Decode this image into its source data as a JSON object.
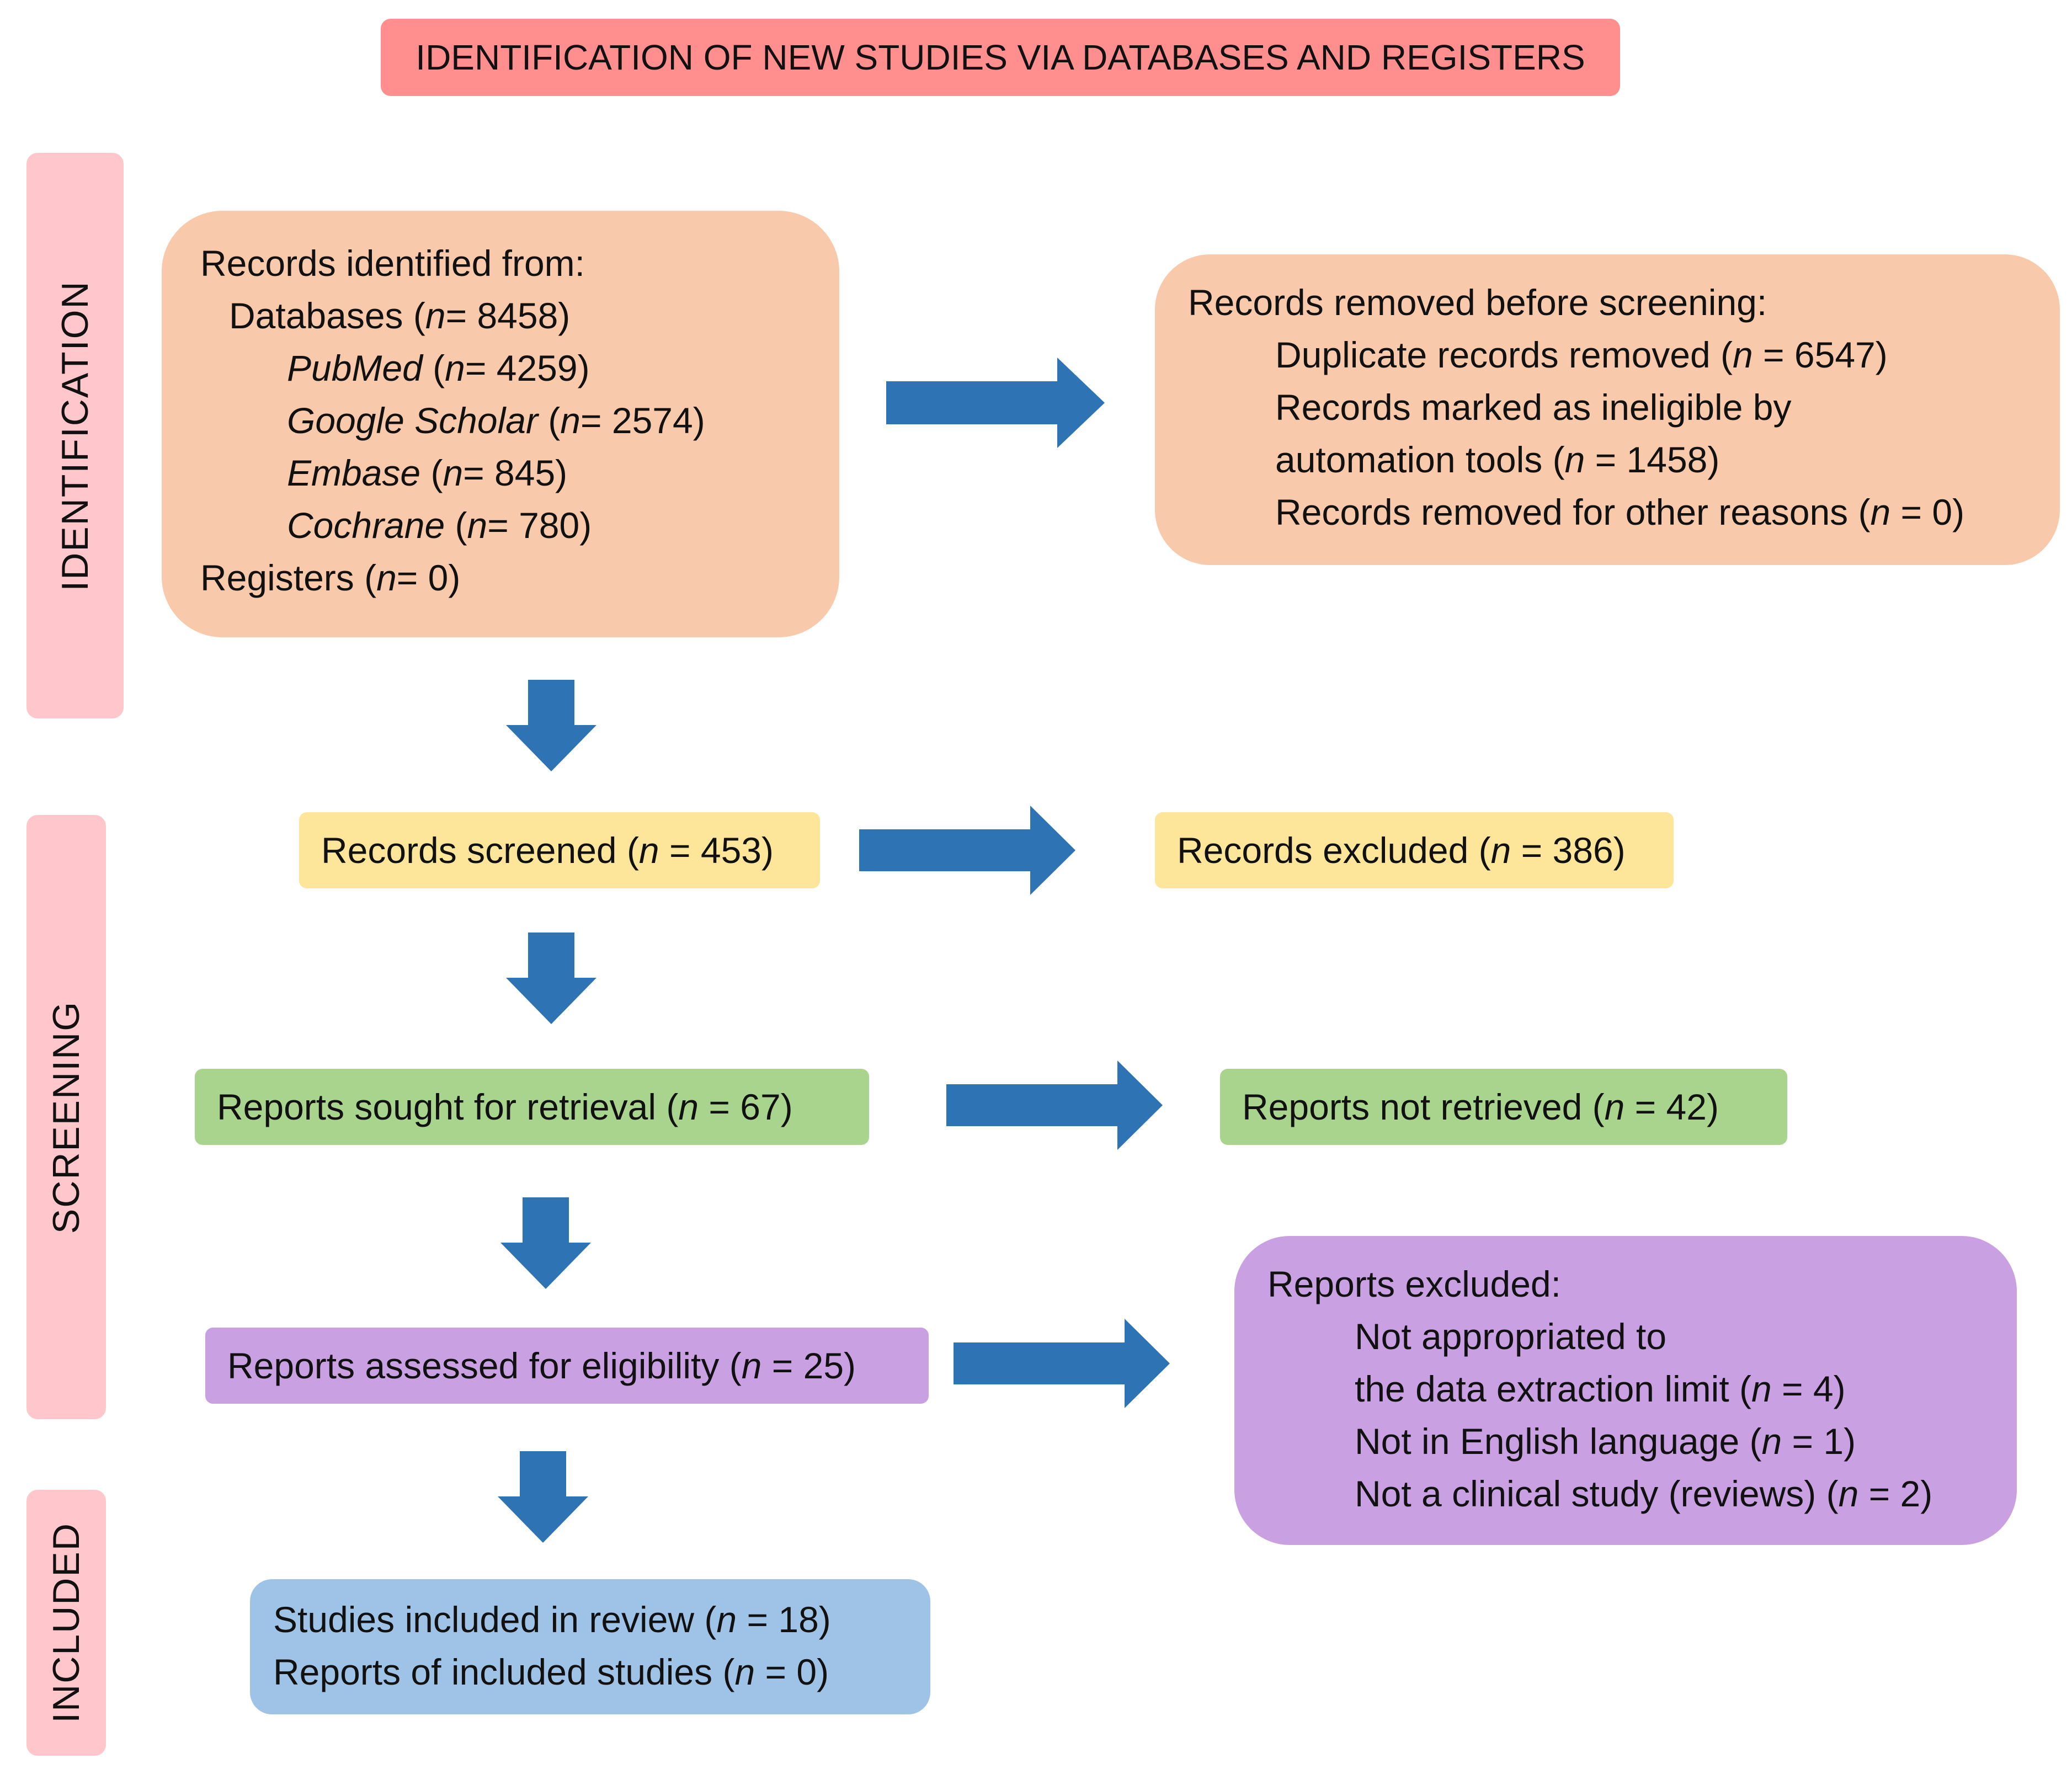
{
  "title": "IDENTIFICATION OF NEW STUDIES VIA DATABASES AND REGISTERS",
  "phases": {
    "identification": "IDENTIFICATION",
    "screening": "SCREENING",
    "included": "INCLUDED"
  },
  "identified": {
    "heading": "Records identified from:",
    "databases_prefix": "Databases (",
    "databases_n": "n",
    "databases_suffix": "= 8458)",
    "pubmed_name": "PubMed",
    "pubmed_prefix": " (",
    "pubmed_n": "n",
    "pubmed_suffix": "= 4259)",
    "scholar_name": "Google Scholar",
    "scholar_prefix": " (",
    "scholar_n": "n",
    "scholar_suffix": "= 2574)",
    "embase_name": "Embase",
    "embase_prefix": " (",
    "embase_n": "n",
    "embase_suffix": "= 845)",
    "cochrane_name": "Cochrane",
    "cochrane_prefix": " (",
    "cochrane_n": "n",
    "cochrane_suffix": "= 780)",
    "registers_prefix": "Registers (",
    "registers_n": "n",
    "registers_suffix": "= 0)"
  },
  "removed": {
    "heading": "Records removed before screening:",
    "dup_prefix": "Duplicate records removed (",
    "dup_n": "n",
    "dup_suffix": " = 6547)",
    "inel_line1": "Records marked as ineligible by",
    "inel_prefix": "automation tools (",
    "inel_n": "n",
    "inel_suffix": " = 1458)",
    "other_prefix": "Records removed for other reasons (",
    "other_n": "n",
    "other_suffix": " = 0)"
  },
  "screened": {
    "prefix": "Records screened (",
    "n": "n",
    "suffix": " = 453)"
  },
  "excluded": {
    "prefix": "Records excluded (",
    "n": "n",
    "suffix": " = 386)"
  },
  "sought": {
    "prefix": "Reports sought for retrieval (",
    "n": "n",
    "suffix": " = 67)"
  },
  "not_retrieved": {
    "prefix": "Reports not retrieved (",
    "n": "n",
    "suffix": " = 42)"
  },
  "assessed": {
    "prefix": "Reports assessed for eligibility (",
    "n": "n",
    "suffix": " = 25)"
  },
  "reports_excluded": {
    "heading": "Reports excluded:",
    "line1": "Not appropriated to",
    "limit_prefix": "the data extraction limit (",
    "limit_n": "n",
    "limit_suffix": " = 4)",
    "lang_prefix": "Not in English language (",
    "lang_n": "n",
    "lang_suffix": " = 1)",
    "clin_prefix": "Not a clinical study (reviews) (",
    "clin_n": "n",
    "clin_suffix": " = 2)"
  },
  "included_box": {
    "studies_prefix": "Studies included in review (",
    "studies_n": "n",
    "studies_suffix": " = 18)",
    "reports_prefix": "Reports of included studies (",
    "reports_n": "n",
    "reports_suffix": " = 0)"
  },
  "colors": {
    "header": "#ff8f8f",
    "phase_band": "#ffc7cb",
    "identification": "#f8c9aa",
    "screened": "#fde699",
    "retrieval": "#a9d48e",
    "eligibility": "#c9a1e2",
    "included": "#9fc3e6",
    "arrow": "#2e74b5"
  }
}
